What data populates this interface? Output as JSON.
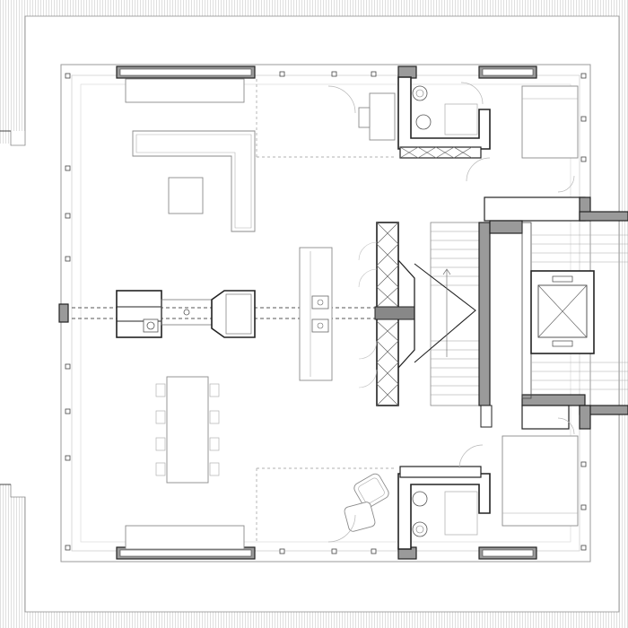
{
  "drawing": {
    "kind": "architectural-floor-plan",
    "rooms": [
      "living-area",
      "kitchen-island",
      "fireplace",
      "dining-table",
      "sofa",
      "bathroom-top",
      "bathroom-bottom",
      "bedroom-top",
      "bedroom-bottom",
      "stair",
      "elevator",
      "study-desk",
      "lounge-chairs"
    ]
  },
  "colors": {
    "wall_hatch": "#cfcfcf",
    "wall_line": "#222222",
    "furniture": "#8a8a8a",
    "background": "#ffffff"
  },
  "icons": [
    "north-hatch",
    "window-symbol",
    "door-swing-arc"
  ]
}
